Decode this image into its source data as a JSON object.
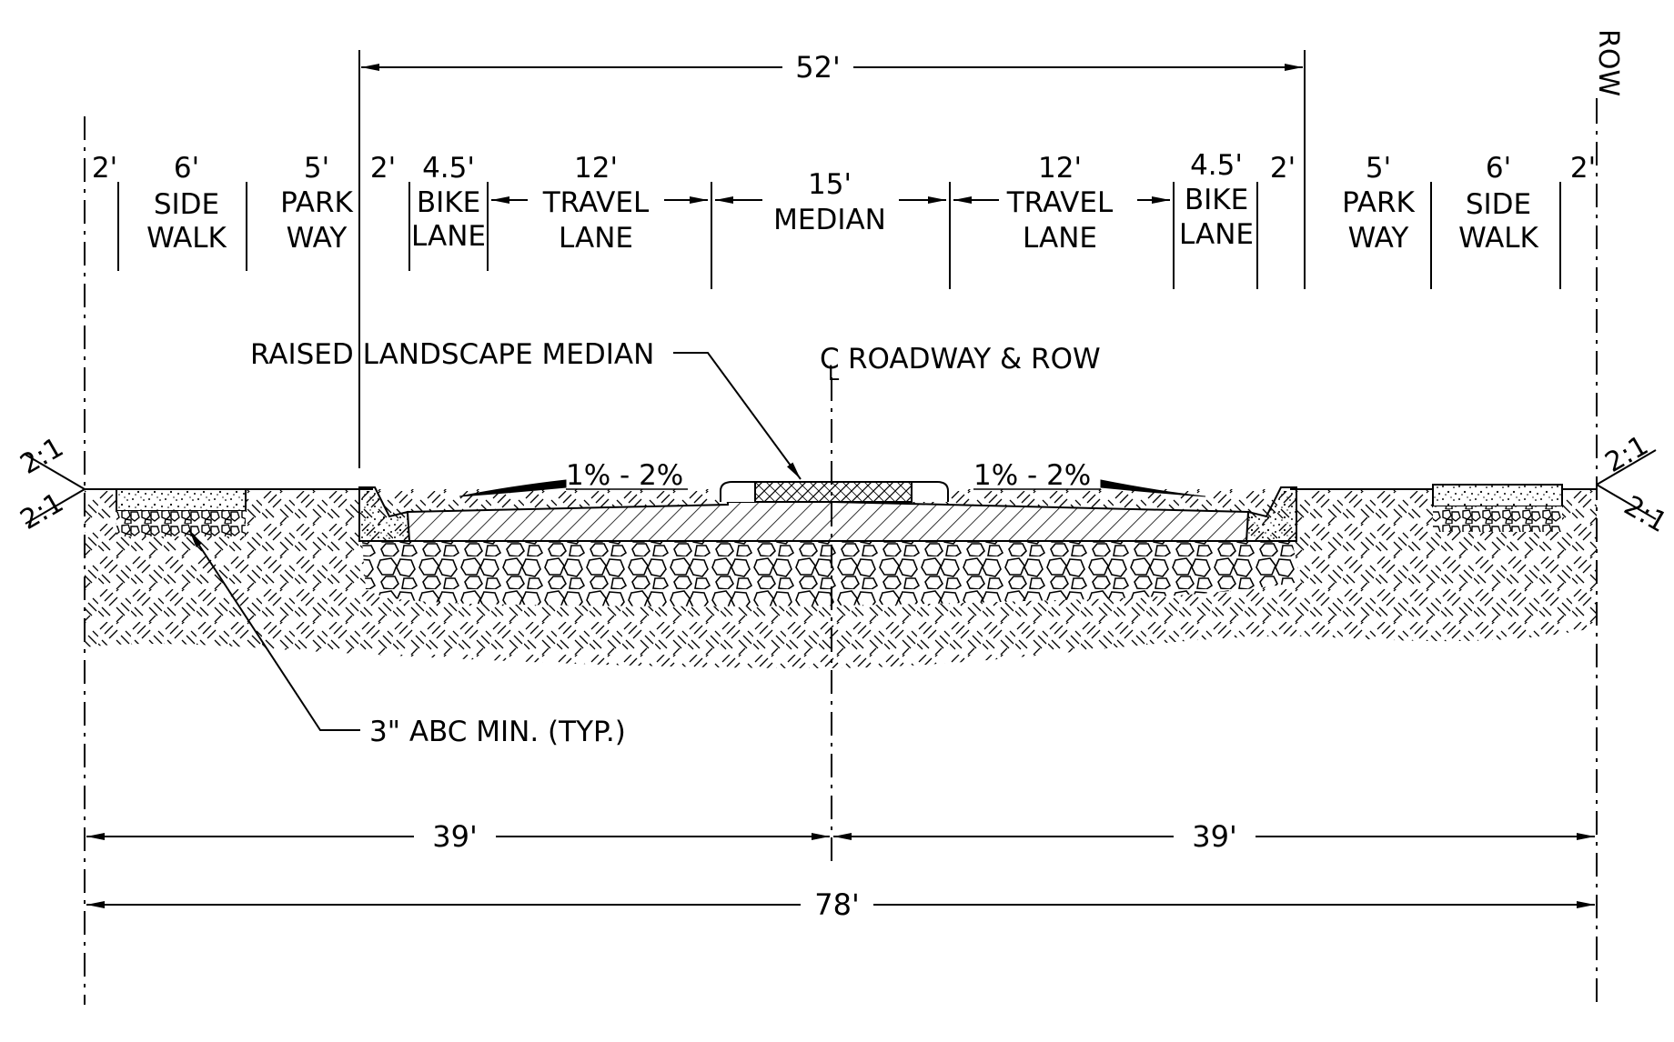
{
  "top_dimension": "52'",
  "row_label": "ROW",
  "segments": [
    {
      "width": "2'"
    },
    {
      "width": "6'",
      "line1": "SIDE",
      "line2": "WALK"
    },
    {
      "width": "5'",
      "line1": "PARK",
      "line2": "WAY"
    },
    {
      "width": "2'"
    },
    {
      "width": "4.5'",
      "line1": "BIKE",
      "line2": "LANE"
    },
    {
      "width": "12'",
      "line1": "TRAVEL",
      "line2": "LANE"
    },
    {
      "width": "15'",
      "line1": "MEDIAN"
    },
    {
      "width": "12'",
      "line1": "TRAVEL",
      "line2": "LANE"
    },
    {
      "width": "4.5'",
      "line1": "BIKE",
      "line2": "LANE"
    },
    {
      "width": "2'"
    },
    {
      "width": "5'",
      "line1": "PARK",
      "line2": "WAY"
    },
    {
      "width": "6'",
      "line1": "SIDE",
      "line2": "WALK"
    },
    {
      "width": "2'"
    }
  ],
  "annotations": {
    "median_callout": "RAISED LANDSCAPE MEDIAN",
    "centerline_symbol_c": "C",
    "centerline_symbol_l": "L",
    "centerline": "ROADWAY & ROW",
    "slope_left": "1% - 2%",
    "slope_right": "1% - 2%",
    "base_note": "3\" ABC MIN. (TYP.)",
    "side_slope": "2:1"
  },
  "bottom_dimensions": {
    "left_half": "39'",
    "right_half": "39'",
    "total": "78'"
  }
}
